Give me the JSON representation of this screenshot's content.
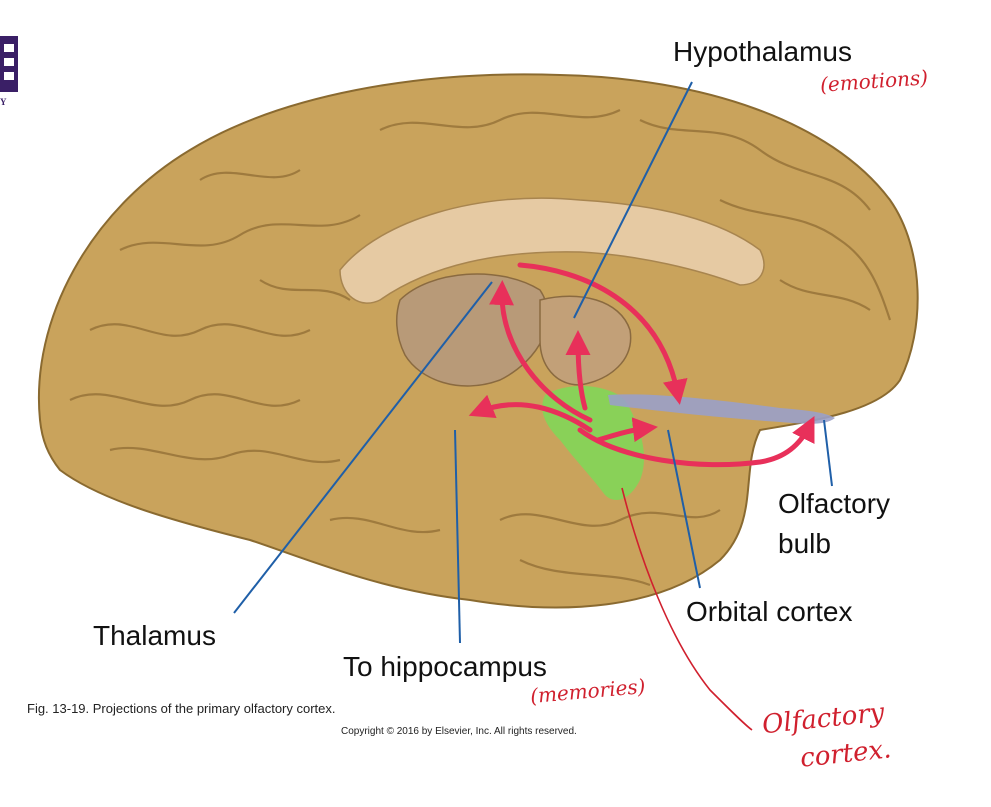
{
  "labels": {
    "hypothalamus": "Hypothalamus",
    "olfactory_bulb_line1": "Olfactory",
    "olfactory_bulb_line2": "bulb",
    "orbital_cortex": "Orbital cortex",
    "thalamus": "Thalamus",
    "to_hippocampus": "To hippocampus"
  },
  "annotations": {
    "emotions": "(emotions)",
    "memories": "(memories)",
    "olfactory_cortex_line1": "Olfactory",
    "olfactory_cortex_line2": "cortex."
  },
  "caption": "Fig. 13-19. Projections of the primary olfactory cortex.",
  "copyright": "Copyright © 2016 by Elsevier, Inc. All rights reserved.",
  "logo": {
    "partial_text": "Y"
  },
  "colors": {
    "brain": "#c9a35c",
    "olfactory_cortex_highlight": "#7ed957",
    "projection_arrows": "#e8305a",
    "olfactory_tract": "#9aa0c8",
    "leader_lines": "#1f5fa8",
    "handwriting": "#d0202e"
  }
}
